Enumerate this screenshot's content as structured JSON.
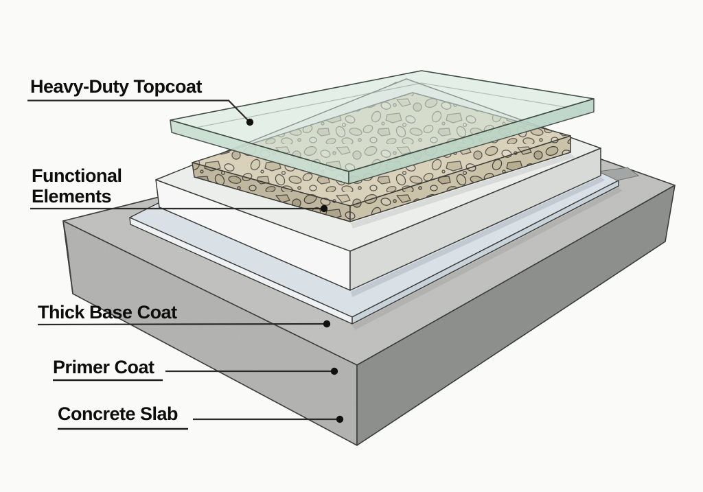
{
  "diagram": {
    "type": "exploded-floor-coating-layers",
    "background_color": "#fafaf8",
    "labels": {
      "topcoat": "Heavy-Duty Topcoat",
      "functional": "Functional Elements",
      "base": "Thick Base Coat",
      "primer": "Primer Coat",
      "slab": "Concrete Slab"
    },
    "layers": [
      {
        "name": "Heavy-Duty Topcoat",
        "appearance": "translucent green glass sheet",
        "color": "#d2e6da"
      },
      {
        "name": "Functional Elements",
        "appearance": "tan terrazzo aggregate layer",
        "color": "#d5ccb3"
      },
      {
        "name": "Thick Base Coat",
        "appearance": "thick white slab",
        "color": "#f0f2f1"
      },
      {
        "name": "Primer Coat",
        "appearance": "thin pale blue sheet",
        "color": "#d9e1e7"
      },
      {
        "name": "Concrete Slab",
        "appearance": "large gray concrete block",
        "color": "#c4c5c2"
      }
    ],
    "colors": {
      "glass_top": "#d2e6da",
      "glass_front": "#c9dfd2",
      "glass_side": "#bcd6c8",
      "terrazzo_base": "#d5ccb3",
      "white_top": "#eceeec",
      "white_front": "#f6f7f6",
      "white_side": "#d8dad8",
      "primer_top": "#d9e1e7",
      "primer_edge": "#eff2f4",
      "primer_side": "#c9d3da",
      "slab_top": "#c4c5c2",
      "slab_front": "#b6b7b4",
      "slab_side": "#8d8f8d",
      "line": "#3b3b38",
      "label_text": "#0d0d0d"
    }
  }
}
